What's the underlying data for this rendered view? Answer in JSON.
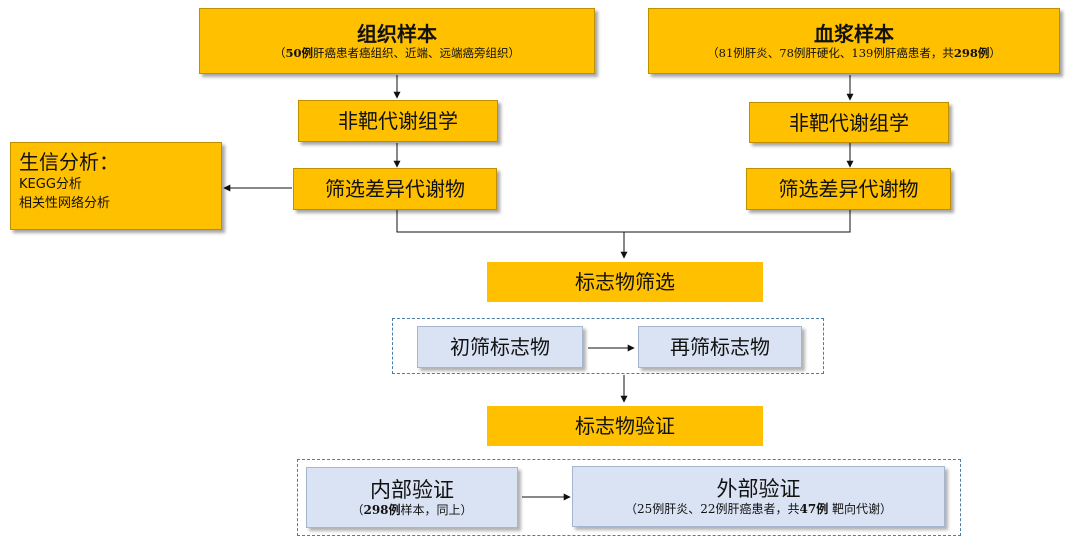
{
  "tissue": {
    "title": "组织样本",
    "sub_open": "（",
    "sub_bold": "50例",
    "sub_rest": "肝癌患者癌组织、近端、远端癌旁组织）"
  },
  "plasma": {
    "title": "血浆样本",
    "sub_start": "（81例肝炎、78例肝硬化、139例肝癌患者，共",
    "sub_bold": "298例",
    "sub_end": "）"
  },
  "untargeted_left": "非靶代谢组学",
  "untargeted_right": "非靶代谢组学",
  "screen_left": "筛选差异代谢物",
  "screen_right": "筛选差异代谢物",
  "bioinfo": {
    "title": "生信分析：",
    "line1": "KEGG分析",
    "line2": "相关性网络分析"
  },
  "marker_screening": "标志物筛选",
  "initial_screen": "初筛标志物",
  "rescreen": "再筛标志物",
  "marker_validation": "标志物验证",
  "internal": {
    "title": "内部验证",
    "sub_open": "（",
    "sub_bold": "298例",
    "sub_rest": "样本，同上）"
  },
  "external": {
    "title": "外部验证",
    "sub_start": "（25例肝炎、22例肝癌患者，共",
    "sub_bold": "47例",
    "sub_end": " 靶向代谢）"
  }
}
